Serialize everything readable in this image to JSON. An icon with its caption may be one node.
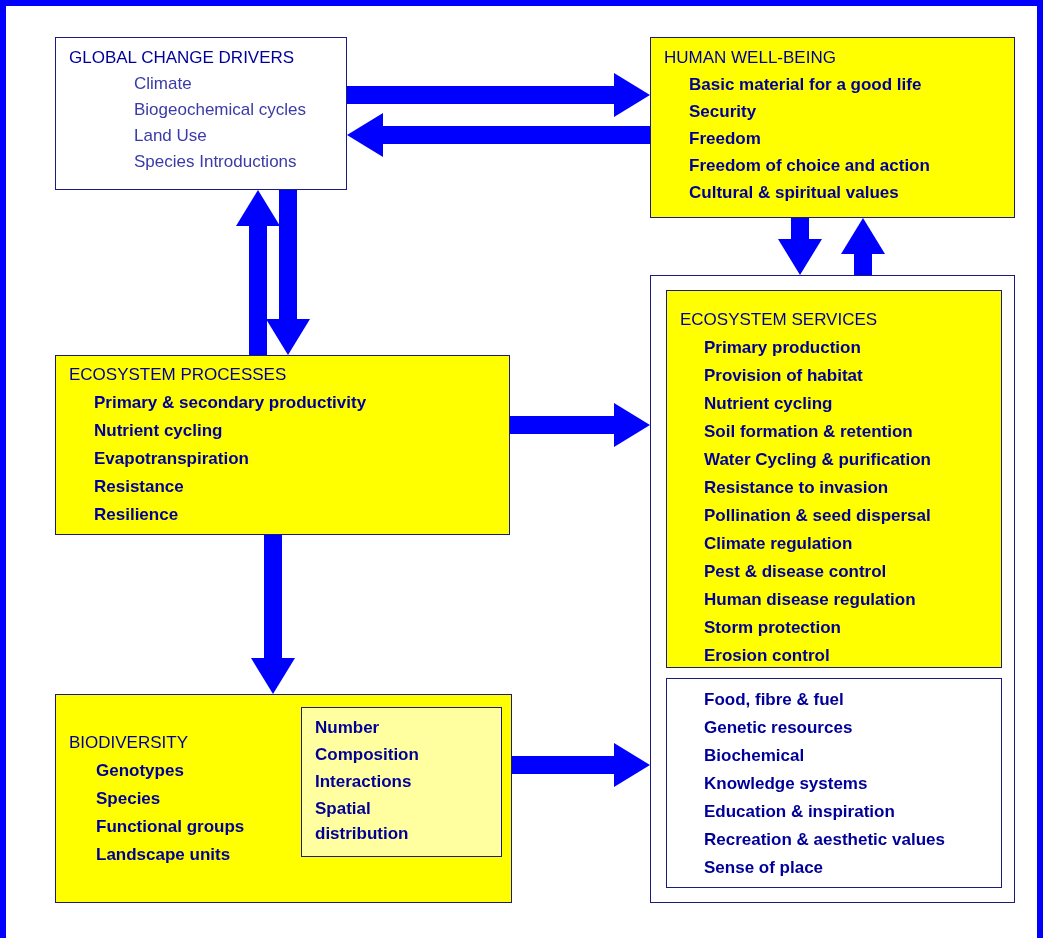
{
  "diagram": {
    "nodes": [
      {
        "text": [
          "GLOBAL CHANGE DRIVERS",
          "Climate",
          "Biogeochemical cycles",
          "Land Use",
          "Species Introductions"
        ]
      },
      {
        "text": [
          "HUMAN WELL-BEING",
          "Basic material for a good life",
          "Security",
          "Freedom",
          "Freedom of choice and action",
          "Cultural & spiritual values"
        ]
      },
      {
        "text": [],
        "shape": "box"
      },
      {
        "text": [
          "ECOSYSTEM SERVICES",
          "Primary production",
          "Provision of habitat",
          "Nutrient cycling",
          "Soil formation & retention",
          "Water Cycling & purification",
          "Resistance to invasion",
          "Pollination & seed dispersal",
          "Climate regulation",
          "Pest & disease control",
          "Human disease regulation",
          "Storm protection",
          "Erosion control"
        ],
        "in": 2
      },
      {
        "text": [
          "ECOSYSTEM PROCESSES",
          "Primary & secondary productivity",
          "Nutrient cycling",
          "Evapotranspiration",
          "Resistance",
          "Resilience"
        ]
      },
      {
        "text": [
          "BIODIVERSITY",
          "Genotypes",
          "Species",
          "Functional groups",
          "Landscape units"
        ]
      },
      {
        "text": [
          "Number",
          "Composition",
          "Interactions",
          "Spatial distribution"
        ],
        "in": 5
      },
      {
        "text": [
          "Food, fibre & fuel",
          "Genetic resources",
          "Biochemical",
          "Knowledge systems",
          "Education & inspiration",
          "Recreation & aesthetic values",
          "Sense of place"
        ],
        "in": 2
      }
    ],
    "edges": [
      {
        "from": 0,
        "to": 1,
        "arrow": "to"
      },
      {
        "from": 1,
        "to": 0,
        "arrow": "to"
      },
      {
        "from": 1,
        "to": 2,
        "arrow": "to"
      },
      {
        "from": 2,
        "to": 1,
        "arrow": "to"
      },
      {
        "from": 4,
        "to": 0,
        "arrow": "to"
      },
      {
        "from": 0,
        "to": 4,
        "arrow": "to"
      },
      {
        "from": 4,
        "to": 2,
        "arrow": "to"
      },
      {
        "from": 4,
        "to": 5,
        "arrow": "to"
      },
      {
        "from": 5,
        "to": 2,
        "arrow": "to"
      }
    ]
  }
}
